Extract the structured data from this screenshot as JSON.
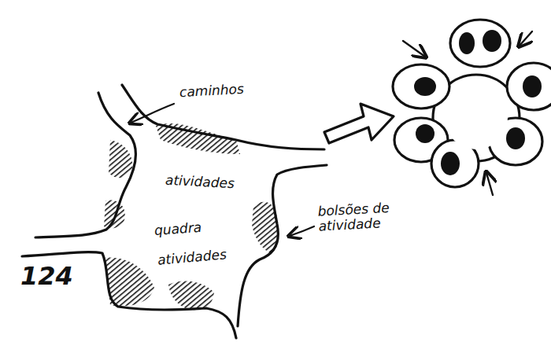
{
  "diagram": {
    "labels": [
      "caminhos",
      "atividades",
      "quadra",
      "atividades",
      "bolsões de atividade",
      "124"
    ]
  }
}
